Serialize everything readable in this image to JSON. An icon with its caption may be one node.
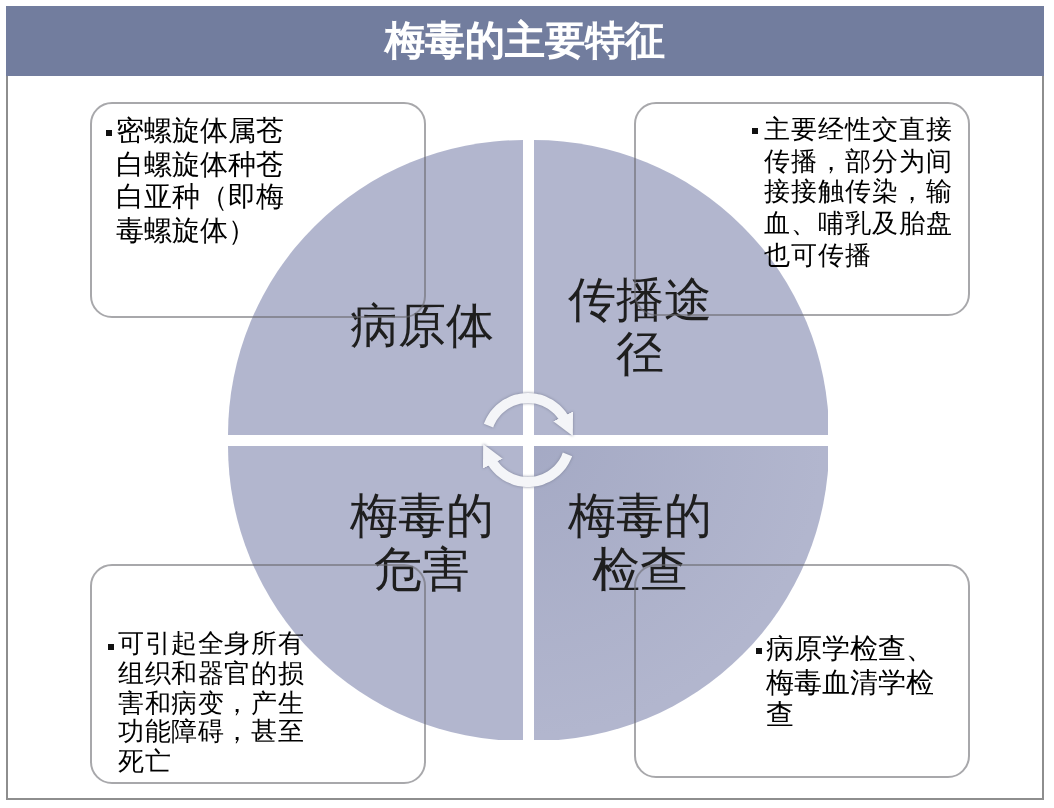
{
  "diagram": {
    "title": "梅毒的主要特征",
    "nodes": [
      {
        "text": [
          "密螺旋体属苍白螺旋体种苍白亚种（即梅毒螺旋体）"
        ]
      },
      {
        "text": [
          "主要经性交直接传播，部分为间接接触传染，输血、哺乳及胎盘也可传播"
        ]
      },
      {
        "text": [
          "病原体"
        ]
      },
      {
        "text": [
          "传播途径"
        ]
      },
      {
        "text": [
          "梅毒的危害"
        ]
      },
      {
        "text": [
          "梅毒的检查"
        ]
      },
      {
        "text": [
          "可引起全身所有组织和器官的损害和病变，产生功能障碍，甚至死亡"
        ]
      },
      {
        "text": [
          "病原学检查、梅毒血清学检查"
        ]
      }
    ],
    "edges": [
      {
        "from": 2,
        "to": 3,
        "arrow": "to"
      },
      {
        "from": 5,
        "to": 4,
        "arrow": "to"
      }
    ]
  }
}
